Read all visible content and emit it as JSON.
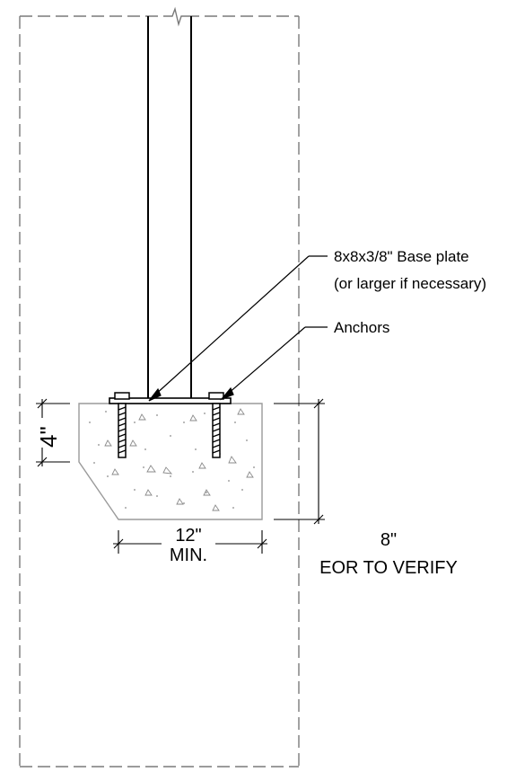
{
  "labels": {
    "base_plate_line1": "8x8x3/8\" Base plate",
    "base_plate_line2": "(or larger if necessary)",
    "anchors": "Anchors",
    "dim_4": "4\"",
    "dim_12": "12\"",
    "dim_min": "MIN.",
    "dim_8": "8\"",
    "eor": "EOR TO VERIFY"
  }
}
